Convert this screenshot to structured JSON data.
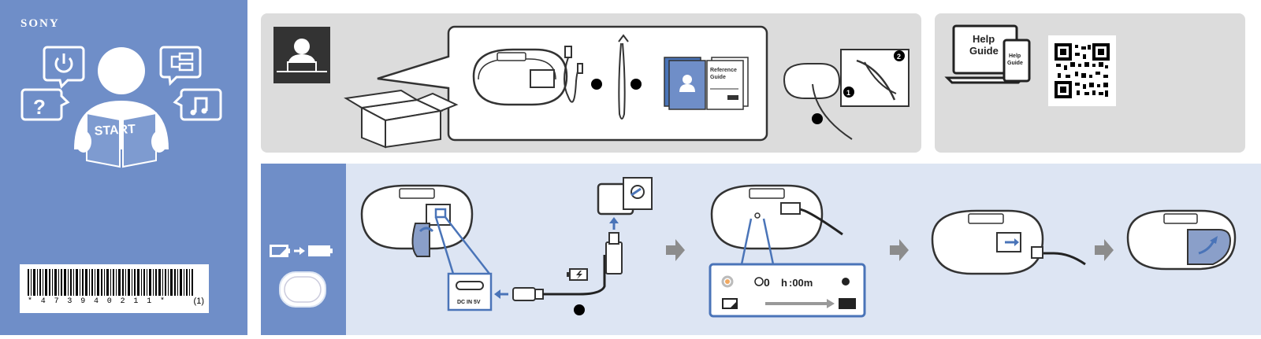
{
  "brand": "SONY",
  "start_guide": {
    "book_label": "START",
    "help_bubble": "?"
  },
  "barcode": {
    "digits": "* 4 7 3 9 4 0 2 1 1 *",
    "revision": "(1)"
  },
  "package_contents": {
    "reference_guide_line1": "Reference",
    "reference_guide_line2": "Guide"
  },
  "help_guide": {
    "laptop_line1": "Help",
    "laptop_line2": "Guide",
    "phone_line1": "Help",
    "phone_line2": "Guide"
  },
  "strap_steps": {
    "step1": "1",
    "step2": "2"
  },
  "charging": {
    "port_label": "DC IN 5V",
    "timer_prefix": "0",
    "timer_hours": "h",
    "timer_minutes": ":00m"
  },
  "colors": {
    "brand_blue": "#6f8ec8",
    "light_blue": "#dde5f3",
    "panel_gray": "#dcdcdc",
    "arrow_blue": "#4a74b8",
    "arrow_gray": "#8c8c8c"
  },
  "icons": [
    "power-icon",
    "cable-icon",
    "question-icon",
    "music-note-icon",
    "box-icon",
    "speaker-icon",
    "usb-cable-icon",
    "strap-icon",
    "qr-code-icon",
    "laptop-icon",
    "phone-icon",
    "ac-adapter-icon",
    "battery-icon",
    "charging-icon",
    "arrow-right-icon"
  ]
}
